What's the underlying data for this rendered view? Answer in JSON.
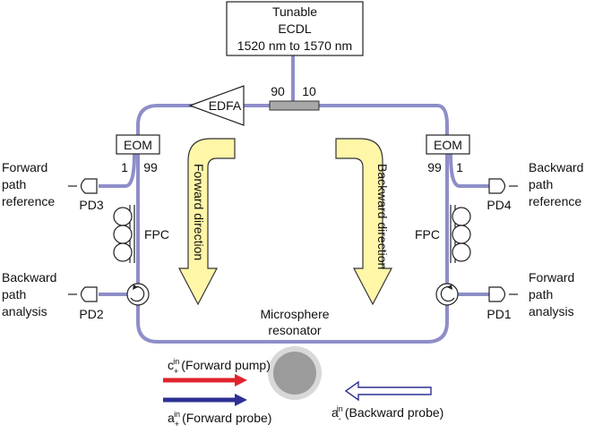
{
  "colors": {
    "fiber": "#8E8EC9",
    "pump_arrow": "#E0242E",
    "probe_arrow": "#2E3192",
    "backward_probe_arrow": "#2E3192",
    "direction_arrow_fill": "#FFF6A8",
    "direction_arrow_stroke": "#333333",
    "sphere": "#9B9B9B",
    "sphere_ring": "#D8D8D8",
    "coupler": "#A8A8A8"
  },
  "laser": {
    "line1": "Tunable",
    "line2": "ECDL",
    "line3": "1520 nm to 1570 nm"
  },
  "coupler": {
    "port_left": "90",
    "port_right": "10"
  },
  "edfa": {
    "label": "EDFA"
  },
  "left_branch": {
    "eom": "EOM",
    "split_left": "1",
    "split_right": "99",
    "pd_top": "PD3",
    "pd_bottom": "PD2",
    "fpc": "FPC",
    "top_label": [
      "Forward",
      "path",
      "reference"
    ],
    "bottom_label": [
      "Backward",
      "path",
      "analysis"
    ]
  },
  "right_branch": {
    "eom": "EOM",
    "split_left": "99",
    "split_right": "1",
    "pd_top": "PD4",
    "pd_bottom": "PD1",
    "fpc": "FPC",
    "top_label": [
      "Backward",
      "path",
      "reference"
    ],
    "bottom_label": [
      "Forward",
      "path",
      "analysis"
    ]
  },
  "directions": {
    "forward": "Forward direction",
    "backward": "Backward direction"
  },
  "resonator": {
    "line1": "Microsphere",
    "line2": "resonator"
  },
  "legend": {
    "pump": {
      "sym": "c",
      "sub": "+",
      "sup": "in",
      "text": "(Forward pump)"
    },
    "probe": {
      "sym": "a",
      "sub": "+",
      "sup": "in",
      "text": "(Forward probe)"
    },
    "back_probe": {
      "sym": "a",
      "sub": "-",
      "sup": "in",
      "text": "(Backward probe)"
    }
  },
  "icons": {
    "photodetector": "photodetector-icon",
    "circulator": "circulator-icon",
    "polarization_controller": "fiber-paddles-icon",
    "amplifier": "triangle-amplifier-icon"
  }
}
